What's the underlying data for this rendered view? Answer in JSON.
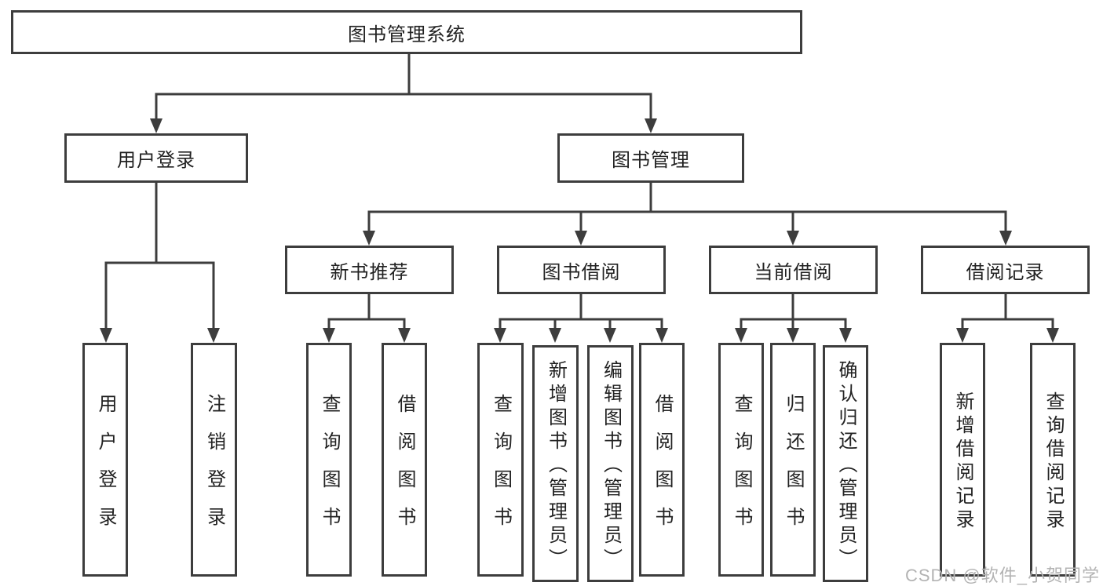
{
  "colors": {
    "line": "#3d3d3d",
    "text": "#222222",
    "background": "#ffffff",
    "box_background": "#ffffff",
    "watermark": "#b3b3b3"
  },
  "watermark": {
    "text": "CSDN @软件_小贺同学"
  },
  "tree": {
    "root": {
      "label": "图书管理系统",
      "children": [
        {
          "label": "用户登录",
          "children": [
            {
              "label": "用户登录"
            },
            {
              "label": "注销登录"
            }
          ]
        },
        {
          "label": "图书管理",
          "children": [
            {
              "label": "新书推荐",
              "children": [
                {
                  "label": "查询图书"
                },
                {
                  "label": "借阅图书"
                }
              ]
            },
            {
              "label": "图书借阅",
              "children": [
                {
                  "label": "查询图书"
                },
                {
                  "label": "新增图书（管理员）"
                },
                {
                  "label": "编辑图书（管理员）"
                },
                {
                  "label": "借阅图书"
                }
              ]
            },
            {
              "label": "当前借阅",
              "children": [
                {
                  "label": "查询图书"
                },
                {
                  "label": "归还图书"
                },
                {
                  "label": "确认归还（管理员）"
                }
              ]
            },
            {
              "label": "借阅记录",
              "children": [
                {
                  "label": "新增借阅记录"
                },
                {
                  "label": "查询借阅记录"
                }
              ]
            }
          ]
        }
      ]
    }
  }
}
